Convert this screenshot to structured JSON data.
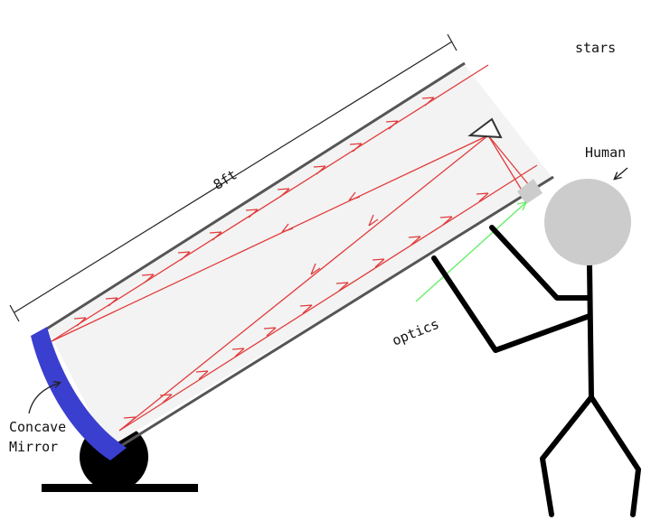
{
  "labels": {
    "stars": "stars",
    "human": "Human",
    "length": "8ft",
    "optics": "optics",
    "mirror_line1": "Concave",
    "mirror_line2": "Mirror"
  },
  "colors": {
    "tube_fill": "#f3f3f3",
    "tube_edge": "#555555",
    "light_rays": "#e23b3b",
    "mirror": "#3a3fcf",
    "optics_pointer": "#66ee66",
    "head": "#cccccc",
    "stand": "#000000"
  }
}
